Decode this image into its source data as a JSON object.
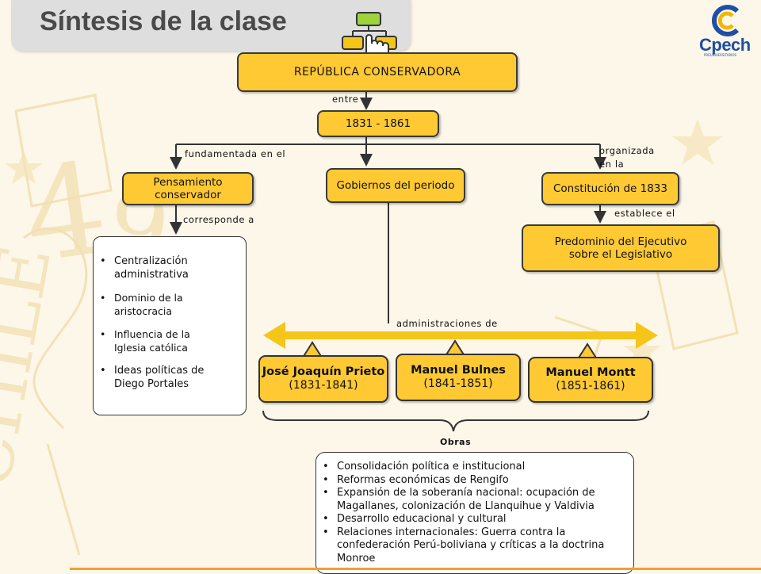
{
  "header": {
    "title": "Síntesis de la clase",
    "logo_text": "Cpech",
    "logo_subtext": "PREUNIVERSITARIOS"
  },
  "nodes": {
    "root": "REPÚBLICA CONSERVADORA",
    "period": "1831 - 1861",
    "pensamiento": "Pensamiento conservador",
    "gobiernos": "Gobiernos del periodo",
    "constitucion": "Constitución de 1833",
    "predominio": "Predominio del Ejecutivo sobre el Legislativo"
  },
  "labels": {
    "entre": "entre",
    "fundamentada": "fundamentada en el",
    "organizada_1": "organizada",
    "organizada_2": "en la",
    "corresponde": "corresponde a",
    "establece": "establece el",
    "administraciones": "administraciones de",
    "obras": "Obras"
  },
  "pensamiento_items": [
    "Centralización administrativa",
    "Dominio de la aristocracia",
    "Influencia de la Iglesia católica",
    "Ideas políticas de Diego Portales"
  ],
  "presidents": [
    {
      "name": "José Joaquín Prieto",
      "years": "(1831-1841)"
    },
    {
      "name": "Manuel Bulnes",
      "years": "(1841-1851)"
    },
    {
      "name": "Manuel Montt",
      "years": "(1851-1861)"
    }
  ],
  "obras_items": [
    "Consolidación política e institucional",
    "Reformas económicas de Rengifo",
    "Expansión de la soberanía nacional: ocupación de Magallanes, colonización de Llanquihue y Valdivia",
    "Desarrollo educacional y cultural",
    "Relaciones internacionales: Guerra contra la confederación Perú-boliviana y críticas a la doctrina Monroe"
  ],
  "colors": {
    "box_fill": "#ffc933",
    "arrow": "#f5c518",
    "logo_blue": "#1f4fa3",
    "logo_yellow": "#f2b705"
  }
}
